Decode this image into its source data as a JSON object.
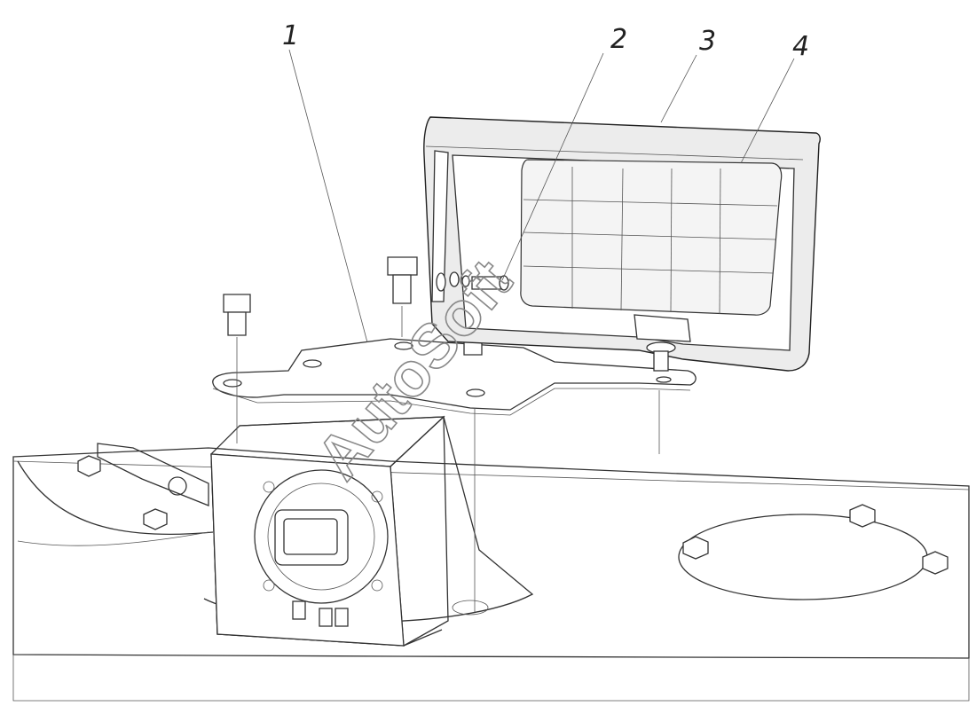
{
  "diagram": {
    "callouts": [
      {
        "id": "1",
        "label": "1"
      },
      {
        "id": "2",
        "label": "2"
      },
      {
        "id": "3",
        "label": "3"
      },
      {
        "id": "4",
        "label": "4"
      }
    ],
    "watermark": "AutoSoft"
  }
}
